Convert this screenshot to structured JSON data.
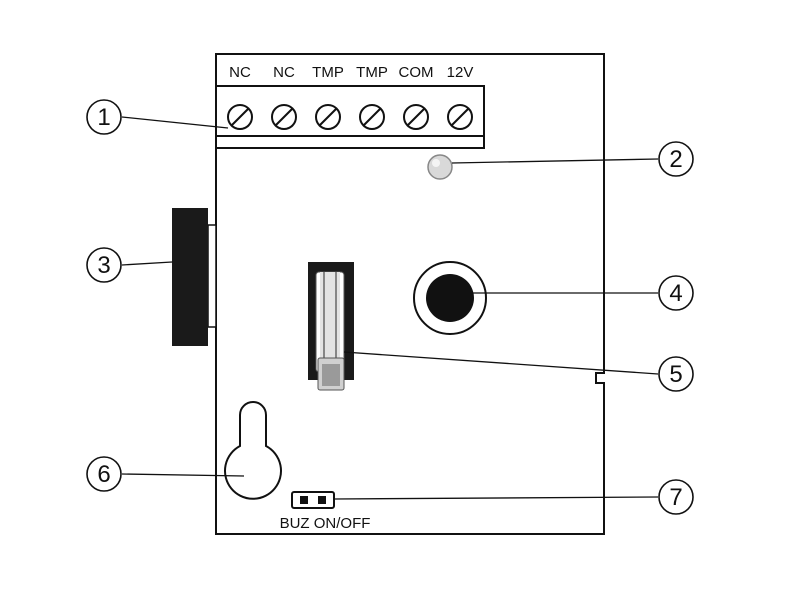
{
  "terminals": [
    {
      "label": "NC"
    },
    {
      "label": "NC"
    },
    {
      "label": "TMP"
    },
    {
      "label": "TMP"
    },
    {
      "label": "COM"
    },
    {
      "label": "12V"
    }
  ],
  "jumper_label": "BUZ ON/OFF",
  "callouts": [
    {
      "number": "1"
    },
    {
      "number": "2"
    },
    {
      "number": "3"
    },
    {
      "number": "4"
    },
    {
      "number": "5"
    },
    {
      "number": "6"
    },
    {
      "number": "7"
    }
  ],
  "colors": {
    "ink": "#111111",
    "board": "#ffffff",
    "led": "#d9d9d9",
    "dark_component": "#1a1a1a"
  }
}
